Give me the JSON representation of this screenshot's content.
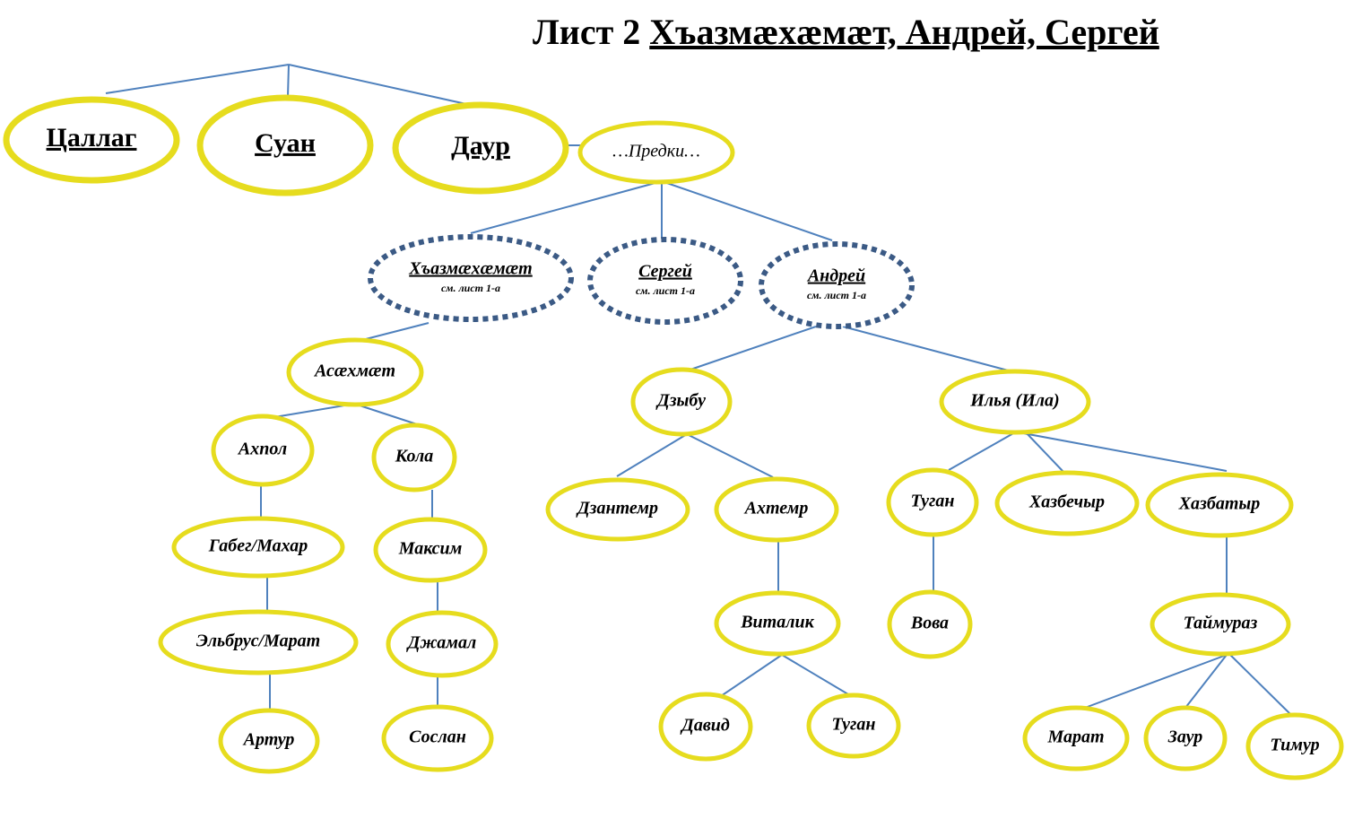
{
  "title": {
    "prefix": "Лист 2",
    "names": "Хъазмæхæмæт, Андрей, Сергей"
  },
  "colors": {
    "node_border": "#e6dc1e",
    "ref_border": "#3b5a85",
    "edge": "#4f81bd"
  },
  "nodes": [
    {
      "id": "tsallag",
      "label": "Цаллаг",
      "style": "large"
    },
    {
      "id": "suan",
      "label": "Суан",
      "style": "large"
    },
    {
      "id": "daur",
      "label": "Даур",
      "style": "large"
    },
    {
      "id": "predki",
      "label": "…Предки…",
      "style": "plain"
    },
    {
      "id": "khazmakhamat",
      "label": "Хъазмæхæмæт",
      "sub": "см. лист 1-а",
      "style": "ref"
    },
    {
      "id": "sergey",
      "label": "Сергей",
      "sub": "см. лист 1-а",
      "style": "ref"
    },
    {
      "id": "andrey",
      "label": "Андрей",
      "sub": "см. лист 1-а",
      "style": "ref"
    },
    {
      "id": "asakhmat",
      "label": "Асæхмæт",
      "style": "normal"
    },
    {
      "id": "akhpol",
      "label": "Ахпол",
      "style": "normal"
    },
    {
      "id": "kola",
      "label": "Кола",
      "style": "normal"
    },
    {
      "id": "gabeg",
      "label": "Габег/Махар",
      "style": "normal"
    },
    {
      "id": "maksim",
      "label": "Максим",
      "style": "normal"
    },
    {
      "id": "elbrus",
      "label": "Эльбрус/Марат",
      "style": "normal"
    },
    {
      "id": "dzhamal",
      "label": "Джамал",
      "style": "normal"
    },
    {
      "id": "artur",
      "label": "Артур",
      "style": "normal"
    },
    {
      "id": "soslan",
      "label": "Сослан",
      "style": "normal"
    },
    {
      "id": "dzybu",
      "label": "Дзыбу",
      "style": "normal"
    },
    {
      "id": "ilya",
      "label": "Илья (Ила)",
      "style": "normal"
    },
    {
      "id": "dzantemr",
      "label": "Дзантемр",
      "style": "normal"
    },
    {
      "id": "akhtemr",
      "label": "Ахтемр",
      "style": "normal"
    },
    {
      "id": "vitalik",
      "label": "Виталик",
      "style": "normal"
    },
    {
      "id": "david",
      "label": "Давид",
      "style": "normal"
    },
    {
      "id": "tugan2",
      "label": "Туган",
      "style": "normal"
    },
    {
      "id": "tugan",
      "label": "Туган",
      "style": "normal"
    },
    {
      "id": "khazbechyr",
      "label": "Хазбечыр",
      "style": "normal"
    },
    {
      "id": "khazbatyr",
      "label": "Хазбатыр",
      "style": "normal"
    },
    {
      "id": "vova",
      "label": "Вова",
      "style": "normal"
    },
    {
      "id": "taymuraz",
      "label": "Таймураз",
      "style": "normal"
    },
    {
      "id": "marat",
      "label": "Марат",
      "style": "normal"
    },
    {
      "id": "zaur",
      "label": "Заур",
      "style": "normal"
    },
    {
      "id": "timur",
      "label": "Тимур",
      "style": "normal"
    }
  ],
  "edges": [
    [
      "root",
      "tsallag"
    ],
    [
      "root",
      "suan"
    ],
    [
      "root",
      "daur"
    ],
    [
      "daur",
      "predki"
    ],
    [
      "predki",
      "khazmakhamat"
    ],
    [
      "predki",
      "sergey"
    ],
    [
      "predki",
      "andrey"
    ],
    [
      "khazmakhamat",
      "asakhmat"
    ],
    [
      "asakhmat",
      "akhpol"
    ],
    [
      "asakhmat",
      "kola"
    ],
    [
      "akhpol",
      "gabeg"
    ],
    [
      "gabeg",
      "elbrus"
    ],
    [
      "elbrus",
      "artur"
    ],
    [
      "kola",
      "maksim"
    ],
    [
      "maksim",
      "dzhamal"
    ],
    [
      "dzhamal",
      "soslan"
    ],
    [
      "andrey",
      "dzybu"
    ],
    [
      "andrey",
      "ilya"
    ],
    [
      "dzybu",
      "dzantemr"
    ],
    [
      "dzybu",
      "akhtemr"
    ],
    [
      "akhtemr",
      "vitalik"
    ],
    [
      "vitalik",
      "david"
    ],
    [
      "vitalik",
      "tugan2"
    ],
    [
      "ilya",
      "tugan"
    ],
    [
      "ilya",
      "khazbechyr"
    ],
    [
      "ilya",
      "khazbatyr"
    ],
    [
      "tugan",
      "vova"
    ],
    [
      "khazbatyr",
      "taymuraz"
    ],
    [
      "taymuraz",
      "marat"
    ],
    [
      "taymuraz",
      "zaur"
    ],
    [
      "taymuraz",
      "timur"
    ]
  ]
}
